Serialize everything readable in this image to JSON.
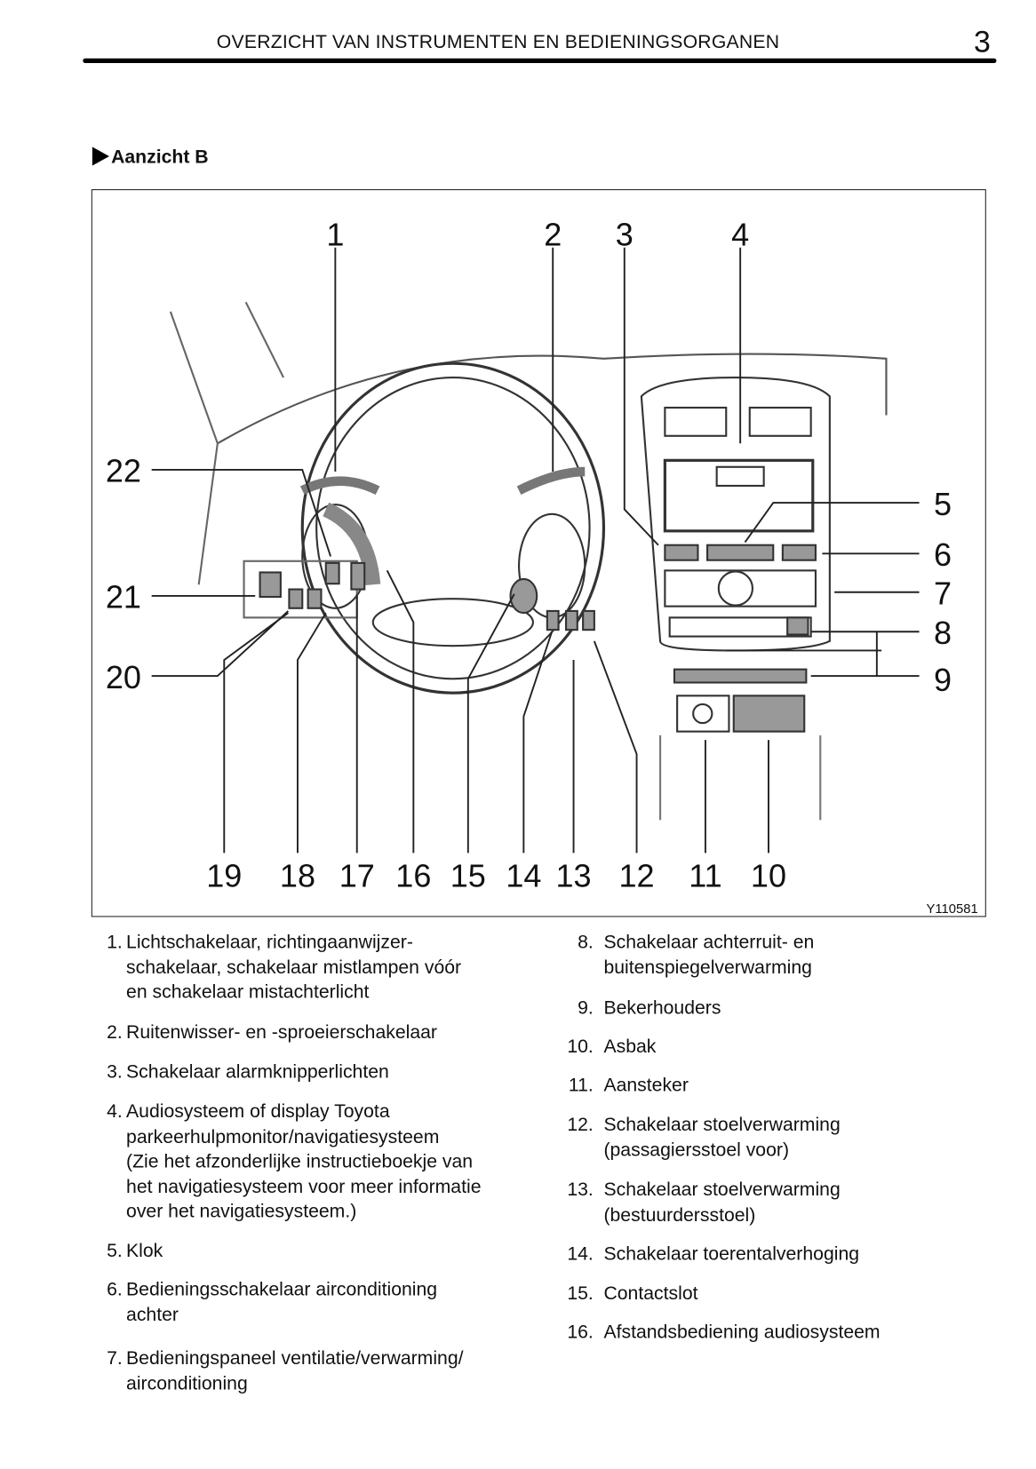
{
  "header": {
    "title": "OVERZICHT VAN INSTRUMENTEN EN BEDIENINGSORGANEN",
    "page_number": "3"
  },
  "section": {
    "title": "Aanzicht  B"
  },
  "diagram": {
    "code": "Y110581",
    "callouts": [
      "1",
      "2",
      "3",
      "4",
      "5",
      "6",
      "7",
      "8",
      "9",
      "10",
      "11",
      "12",
      "13",
      "14",
      "15",
      "16",
      "17",
      "18",
      "19",
      "20",
      "21",
      "22"
    ]
  },
  "legend": [
    {
      "num": "1.",
      "text": "Lichtschakelaar, richtingaanwijzer-\nschakelaar, schakelaar mistlampen vóór\nen schakelaar mistachterlicht"
    },
    {
      "num": "2.",
      "text": "Ruitenwisser- en -sproeierschakelaar"
    },
    {
      "num": "3.",
      "text": "Schakelaar alarmknipperlichten"
    },
    {
      "num": "4.",
      "text": "Audiosysteem of display Toyota\nparkeerhulpmonitor/navigatiesysteem\n(Zie het afzonderlijke instructieboekje van\nhet navigatiesysteem voor meer informatie\nover het navigatiesysteem.)"
    },
    {
      "num": "5.",
      "text": "Klok"
    },
    {
      "num": "6.",
      "text": "Bedieningsschakelaar airconditioning\nachter"
    },
    {
      "num": "7.",
      "text": "Bedieningspaneel ventilatie/verwarming/\nairconditioning"
    },
    {
      "num": "8.",
      "text": "Schakelaar achterruit- en\nbuitenspiegelverwarming"
    },
    {
      "num": "9.",
      "text": "Bekerhouders"
    },
    {
      "num": "10.",
      "text": "Asbak"
    },
    {
      "num": "11.",
      "text": "Aansteker"
    },
    {
      "num": "12.",
      "text": "Schakelaar stoelverwarming\n(passagiersstoel voor)"
    },
    {
      "num": "13.",
      "text": "Schakelaar stoelverwarming\n(bestuurdersstoel)"
    },
    {
      "num": "14.",
      "text": "Schakelaar toerentalverhoging"
    },
    {
      "num": "15.",
      "text": "Contactslot"
    },
    {
      "num": "16.",
      "text": "Afstandsbediening audiosysteem"
    }
  ]
}
